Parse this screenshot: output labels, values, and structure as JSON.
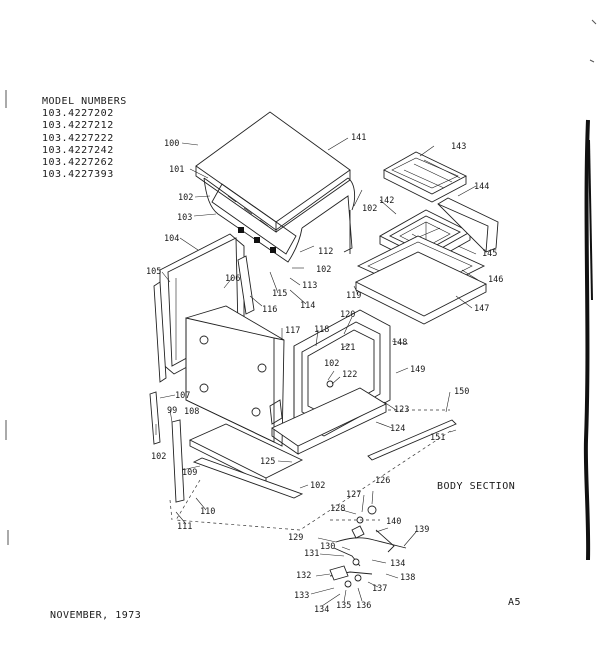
{
  "model_numbers": {
    "title": "MODEL NUMBERS",
    "items": [
      "103.4227202",
      "103.4227212",
      "103.4227222",
      "103.4227242",
      "103.4227262",
      "103.4227393"
    ]
  },
  "section_title": "BODY SECTION",
  "date": "NOVEMBER, 1973",
  "page_code": "A5",
  "part_labels": {
    "p99": "99",
    "p100": "100",
    "p101": "101",
    "p102a": "102",
    "p102b": "102",
    "p102c": "102",
    "p102d": "102",
    "p102e": "102",
    "p102f": "102",
    "p103": "103",
    "p104": "104",
    "p105": "105",
    "p106": "106",
    "p107": "107",
    "p108": "108",
    "p109": "109",
    "p110": "110",
    "p111": "111",
    "p112": "112",
    "p113": "113",
    "p114": "114",
    "p115": "115",
    "p116": "116",
    "p117": "117",
    "p118": "118",
    "p119": "119",
    "p120": "120",
    "p121": "121",
    "p122": "122",
    "p123": "123",
    "p124": "124",
    "p125": "125",
    "p126": "126",
    "p127": "127",
    "p128": "128",
    "p129": "129",
    "p130": "130",
    "p131": "131",
    "p132": "132",
    "p133": "133",
    "p134a": "134",
    "p134b": "134",
    "p135": "135",
    "p136": "136",
    "p137": "137",
    "p138": "138",
    "p139": "139",
    "p140": "140",
    "p141": "141",
    "p142": "142",
    "p143": "143",
    "p144": "144",
    "p145": "145",
    "p146": "146",
    "p147": "147",
    "p148": "148",
    "p149": "149",
    "p150": "150",
    "p151": "151"
  }
}
